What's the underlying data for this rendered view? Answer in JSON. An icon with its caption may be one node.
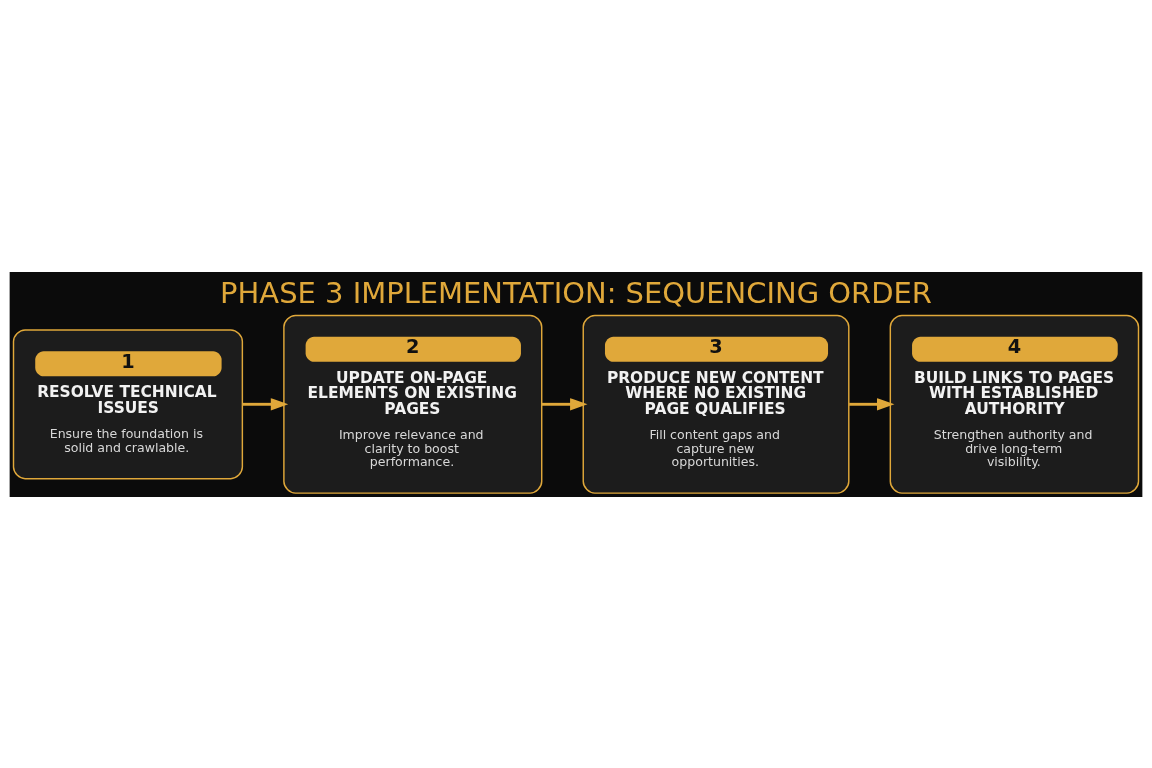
{
  "diagram": {
    "title": "PHASE 3 IMPLEMENTATION: SEQUENCING ORDER",
    "nodes": [
      {
        "text": [
          "1",
          "RESOLVE TECHNICAL ISSUES",
          "Ensure the foundation is solid and crawlable."
        ]
      },
      {
        "text": [
          "2",
          "UPDATE ON-PAGE ELEMENTS ON EXISTING PAGES",
          "Improve relevance and clarity to boost performance."
        ]
      },
      {
        "text": [
          "3",
          "PRODUCE NEW CONTENT WHERE NO EXISTING PAGE QUALIFIES",
          "Fill content gaps and capture new opportunities."
        ]
      },
      {
        "text": [
          "4",
          "BUILD LINKS TO PAGES WITH ESTABLISHED AUTHORITY",
          "Strengthen authority and drive long-term visibility."
        ]
      }
    ],
    "edges": [
      {
        "from": 0,
        "to": 1,
        "arrow": "to"
      },
      {
        "from": 1,
        "to": 2,
        "arrow": "to"
      },
      {
        "from": 2,
        "to": 3,
        "arrow": "to"
      }
    ]
  }
}
